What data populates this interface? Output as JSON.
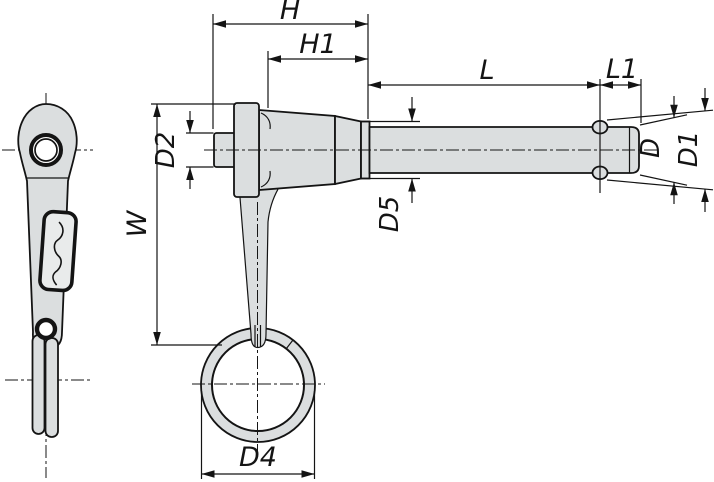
{
  "drawing": {
    "dimension_labels": {
      "h": "H",
      "h1": "H1",
      "l": "L",
      "l1": "L1",
      "d": "D",
      "d1": "D1",
      "d2": "D2",
      "d4": "D4",
      "d5": "D5",
      "w": "W"
    },
    "colors": {
      "part_fill": "#dbdedf",
      "logo_fill": "#e9ebeb",
      "line": "#141414",
      "background": "#ffffff"
    }
  }
}
